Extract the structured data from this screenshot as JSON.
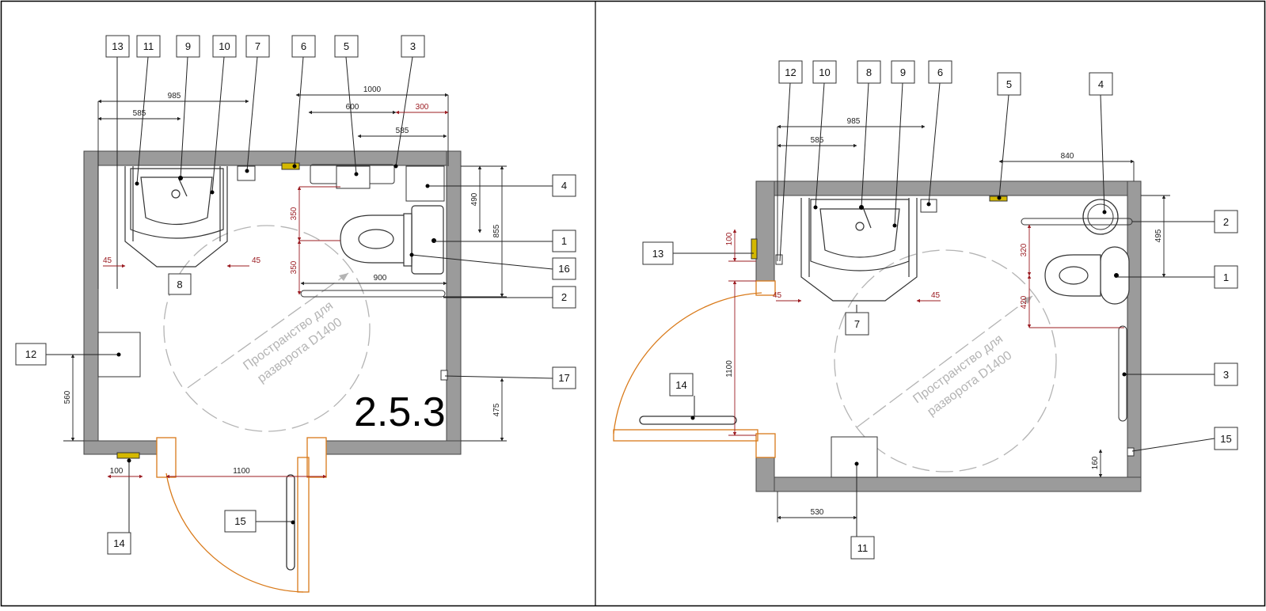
{
  "sheet_label": "2.5.3",
  "plans": [
    {
      "id": "left",
      "turning_text": [
        "Пространство для",
        "разворота D1400"
      ],
      "callouts": [
        "13",
        "11",
        "9",
        "10",
        "7",
        "6",
        "5",
        "3",
        "4",
        "1",
        "16",
        "2",
        "17",
        "15",
        "14",
        "12",
        "8"
      ],
      "dimensions": [
        "985",
        "585",
        "1000",
        "600",
        "300",
        "585",
        "490",
        "855",
        "350",
        "350",
        "900",
        "45",
        "45",
        "560",
        "475",
        "100",
        "1100"
      ]
    },
    {
      "id": "right",
      "turning_text": [
        "Пространство для",
        "разворота D1400"
      ],
      "callouts": [
        "12",
        "10",
        "8",
        "9",
        "6",
        "5",
        "4",
        "2",
        "1",
        "13",
        "7",
        "3",
        "15",
        "14",
        "11"
      ],
      "dimensions": [
        "985",
        "585",
        "840",
        "495",
        "320",
        "420",
        "100",
        "45",
        "45",
        "1100",
        "160",
        "530"
      ]
    }
  ]
}
